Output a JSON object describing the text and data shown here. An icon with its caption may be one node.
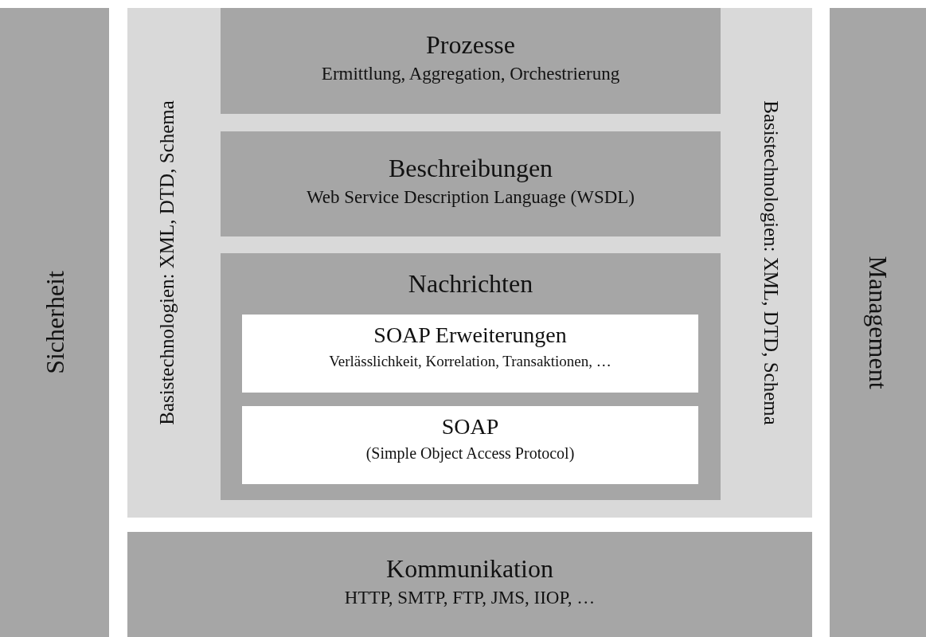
{
  "diagram": {
    "nodes": [
      {
        "text": [
          "Sicherheit"
        ]
      },
      {
        "text": [
          "Basistechnologien: XML, DTD, Schema",
          "Basistechnologien: XML, DTD, Schema"
        ]
      },
      {
        "text": [
          "Prozesse",
          "Ermittlung, Aggregation, Orchestrierung"
        ],
        "in": 1
      },
      {
        "text": [
          "Beschreibungen",
          "Web Service Description Language (WSDL)"
        ],
        "in": 1
      },
      {
        "text": [
          "Nachrichten"
        ],
        "in": 1
      },
      {
        "text": [
          "SOAP Erweiterungen",
          "Verlässlichkeit, Korrelation, Transaktionen, …"
        ],
        "in": 4
      },
      {
        "text": [
          "SOAP",
          "(Simple Object Access Protocol)"
        ],
        "in": 4
      },
      {
        "text": [
          "Kommunikation",
          "HTTP, SMTP, FTP, JMS, IIOP, …"
        ]
      },
      {
        "text": [
          "Management"
        ]
      }
    ]
  }
}
